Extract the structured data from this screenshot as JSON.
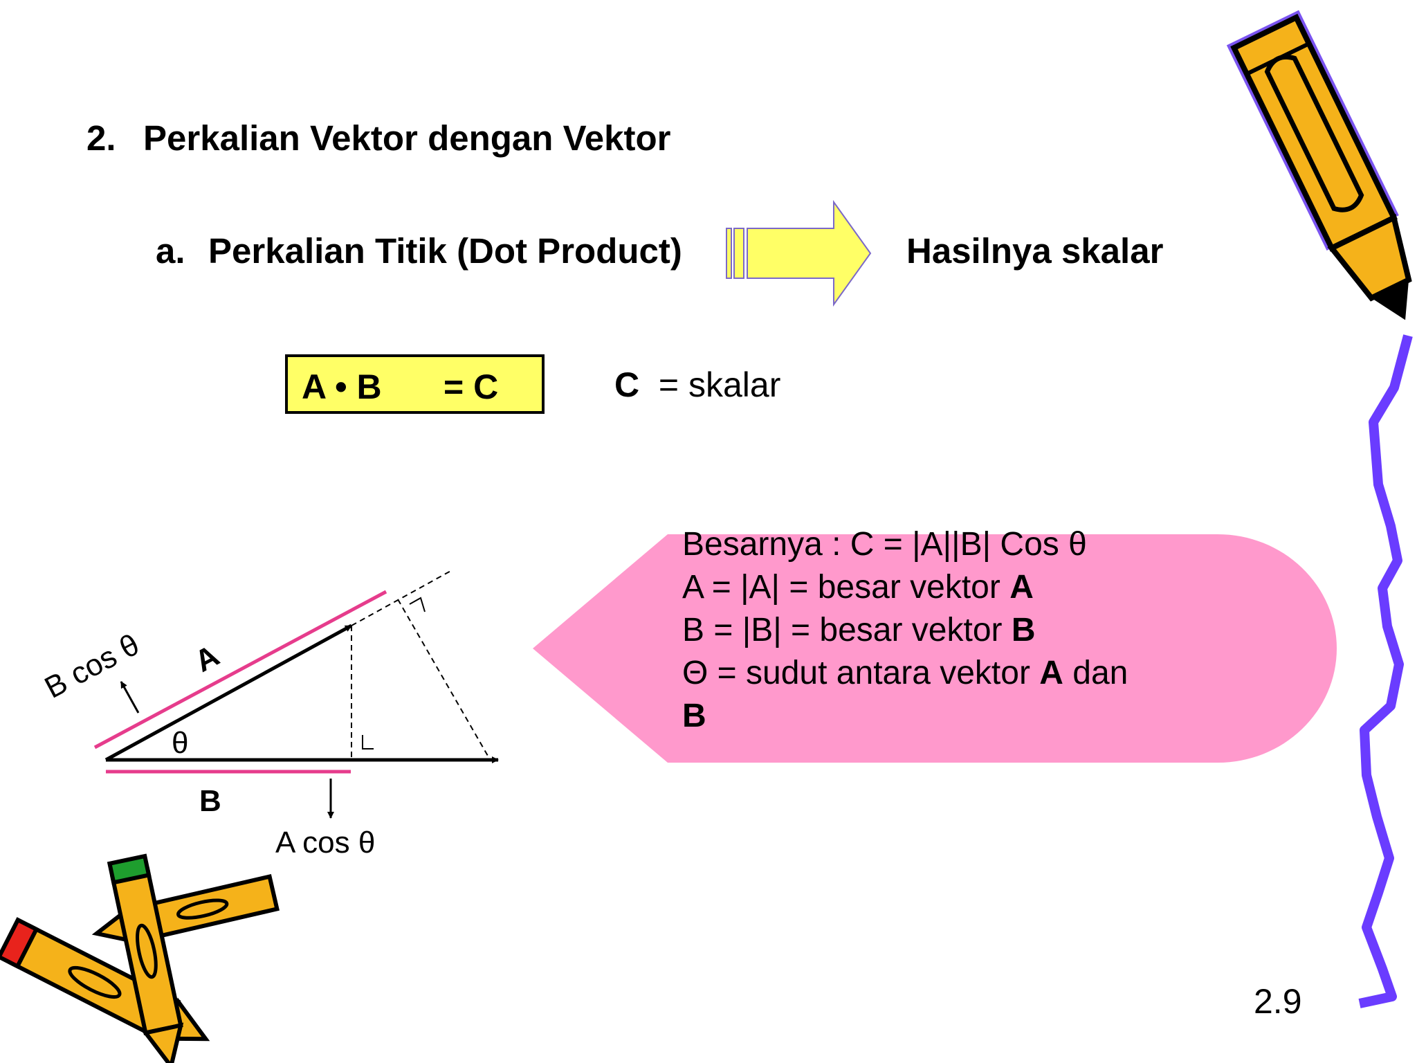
{
  "slide": {
    "heading": {
      "number": "2.",
      "text": "Perkalian Vektor dengan Vektor"
    },
    "subheading": {
      "number": "a.",
      "text": "Perkalian Titik (Dot Product)"
    },
    "result_text": "Hasilnya skalar",
    "formula": {
      "lhs": "A • B",
      "rhs": "= C"
    },
    "scalar_note": {
      "label": "C",
      "text": "= skalar"
    },
    "info": {
      "line1": "Besarnya : C = |A||B| Cos θ",
      "line2_prefix": "A = |A| = besar vektor ",
      "line2_bold": "A",
      "line3_prefix": "B = |B| = besar vektor ",
      "line3_bold": "B",
      "line4_prefix": "Θ = sudut antara vektor ",
      "line4_bold": "A",
      "line4_suffix": " dan",
      "line5_bold": "B"
    },
    "diagram": {
      "label_a": "A",
      "label_b": "B",
      "label_theta": "θ",
      "label_bcos": "B cos θ",
      "label_acos": "A cos θ"
    },
    "page_number": "2.9"
  },
  "colors": {
    "arrow_fill": "#ffff66",
    "arrow_stroke": "#7b68c8",
    "formula_box": "#ffff66",
    "callout": "#ff99cc",
    "projection_line": "#e63c8c",
    "squiggle": "#6a3cff",
    "pencil_body": "#f5b21a",
    "pencil_accent": "#7a54f0"
  },
  "icons": [
    "right-arrow-icon",
    "pencil-icon",
    "crossed-pencils-icon",
    "squiggle-line-icon"
  ]
}
